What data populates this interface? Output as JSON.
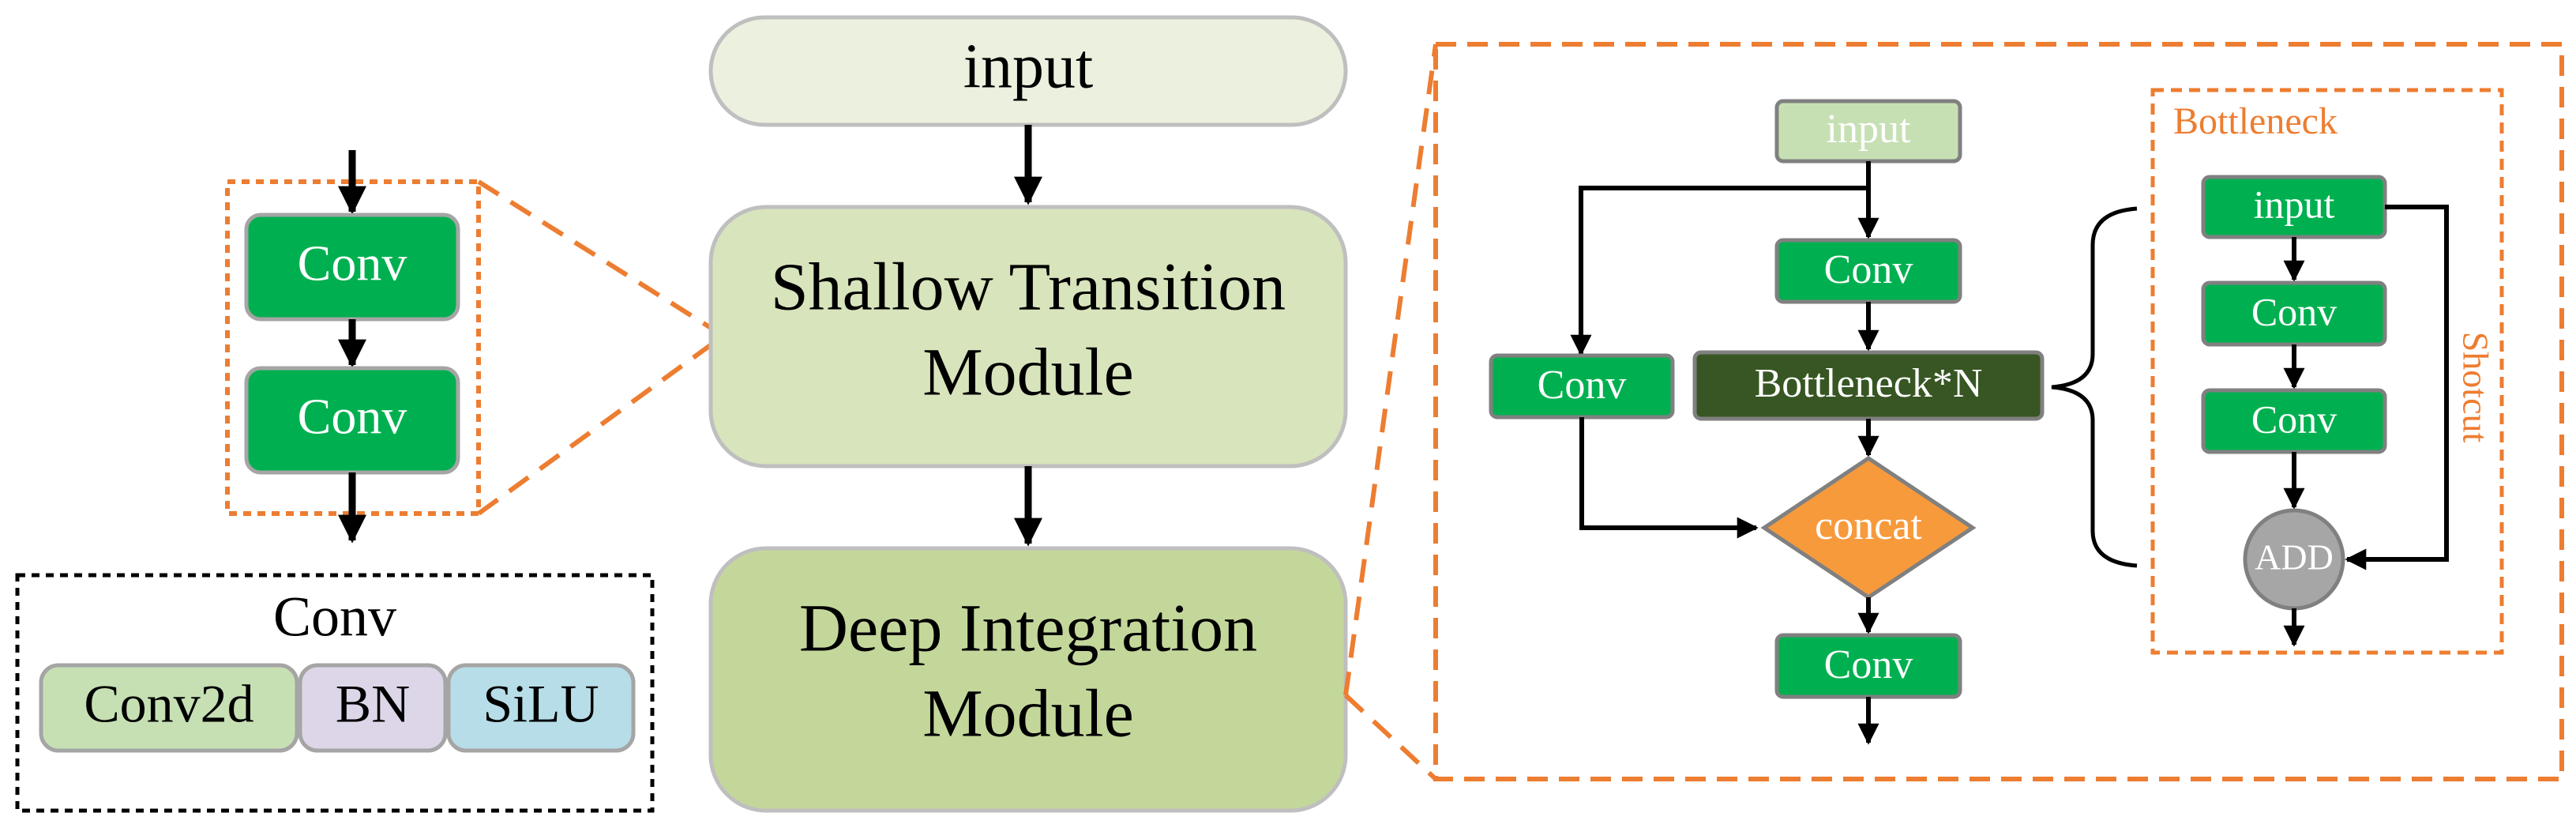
{
  "left": {
    "conv_top": "Conv",
    "conv_bottom": "Conv",
    "legend_title": "Conv",
    "legend_conv2d": "Conv2d",
    "legend_bn": "BN",
    "legend_silu": "SiLU"
  },
  "center": {
    "input": "input",
    "shallow_line1": "Shallow Transition",
    "shallow_line2": "Module",
    "deep_line1": "Deep Integration",
    "deep_line2": "Module"
  },
  "detail": {
    "input": "input",
    "conv_main": "Conv",
    "conv_side": "Conv",
    "bottleneck_n": "Bottleneck*N",
    "concat": "concat",
    "conv_out": "Conv"
  },
  "bottleneck": {
    "title": "Bottleneck",
    "input": "input",
    "conv1": "Conv",
    "conv2": "Conv",
    "add": "ADD",
    "shortcut": "Shotcut"
  },
  "colors": {
    "conv_green": "#00b050",
    "bottleneck_dark": "#375623",
    "concat_orange": "#f79a3c",
    "add_gray": "#a6a6a6",
    "dashed_orange": "#ed7d31",
    "input_light": "#ebf1de",
    "shallow_fill": "#d8e4bc",
    "deep_fill": "#c4d79b",
    "conv2d_fill": "#c6e0b4",
    "bn_fill": "#ddd6e8",
    "silu_fill": "#b7dde8"
  }
}
